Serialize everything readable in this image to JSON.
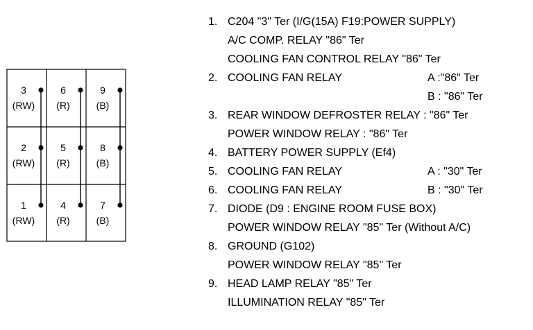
{
  "connector": {
    "columns": [
      [
        {
          "pin": "3",
          "wire": "(RW)"
        },
        {
          "pin": "2",
          "wire": "(RW)"
        },
        {
          "pin": "1",
          "wire": "(RW)"
        }
      ],
      [
        {
          "pin": "6",
          "wire": "(R)"
        },
        {
          "pin": "5",
          "wire": "(R)"
        },
        {
          "pin": "4",
          "wire": "(R)"
        }
      ],
      [
        {
          "pin": "9",
          "wire": "(B)"
        },
        {
          "pin": "8",
          "wire": "(B)"
        },
        {
          "pin": "7",
          "wire": "(B)"
        }
      ]
    ]
  },
  "legend": [
    {
      "num": "1.",
      "lines": [
        {
          "text": "C204 \"3\" Ter (I/G(15A) F19:POWER SUPPLY)"
        },
        {
          "text": "A/C COMP. RELAY \"86\" Ter"
        },
        {
          "text": "COOLING FAN CONTROL RELAY \"86\" Ter"
        }
      ]
    },
    {
      "num": "2.",
      "lines": [
        {
          "text": "COOLING FAN RELAY",
          "tag": "A :\"86\" Ter"
        },
        {
          "text": "",
          "tag": "B : \"86\" Ter"
        }
      ]
    },
    {
      "num": "3.",
      "lines": [
        {
          "text": "REAR WINDOW DEFROSTER RELAY : \"86\" Ter"
        },
        {
          "text": "POWER WINDOW RELAY : \"86\" Ter"
        }
      ]
    },
    {
      "num": "4.",
      "lines": [
        {
          "text": "BATTERY POWER SUPPLY (Ef4)"
        }
      ]
    },
    {
      "num": "5.",
      "lines": [
        {
          "text": "COOLING FAN RELAY",
          "tag": "A : \"30\" Ter"
        }
      ]
    },
    {
      "num": "6.",
      "lines": [
        {
          "text": "COOLING FAN RELAY",
          "tag": "B : \"30\" Ter"
        }
      ]
    },
    {
      "num": "7.",
      "lines": [
        {
          "text": "DIODE (D9 : ENGINE ROOM FUSE BOX)"
        },
        {
          "text": "POWER WINDOW RELAY \"85\" Ter (Without A/C)"
        }
      ]
    },
    {
      "num": "8.",
      "lines": [
        {
          "text": "GROUND (G102)"
        },
        {
          "text": "POWER WINDOW RELAY \"85\" Ter"
        }
      ]
    },
    {
      "num": "9.",
      "lines": [
        {
          "text": "HEAD LAMP RELAY \"85\" Ter"
        },
        {
          "text": "ILLUMINATION RELAY \"85\" Ter"
        }
      ]
    }
  ]
}
